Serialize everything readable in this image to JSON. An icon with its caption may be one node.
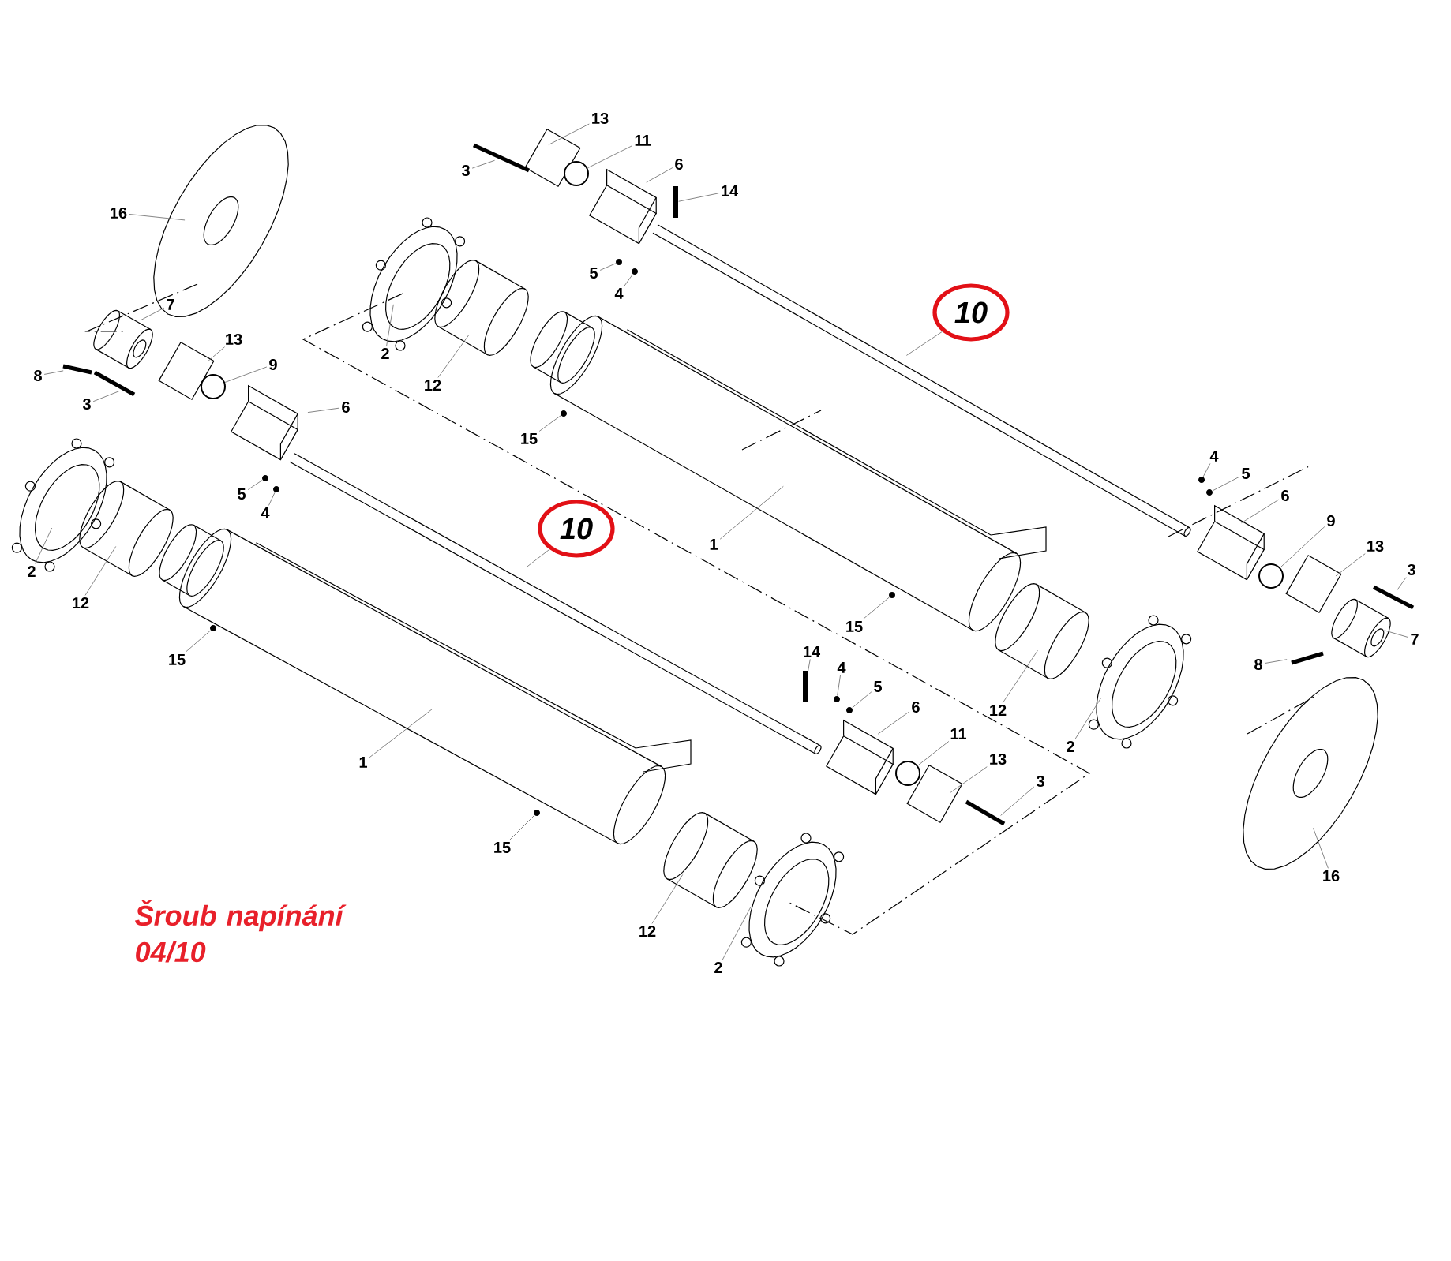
{
  "diagram": {
    "nodes": [
      {
        "text": [
          "13"
        ]
      },
      {
        "text": [
          "3"
        ]
      },
      {
        "text": [
          "11"
        ]
      },
      {
        "text": [
          "6"
        ]
      },
      {
        "text": [
          "14"
        ]
      },
      {
        "text": [
          "16"
        ]
      },
      {
        "text": [
          "5"
        ]
      },
      {
        "text": [
          "4"
        ]
      },
      {
        "text": [
          "7"
        ]
      },
      {
        "text": [
          "10"
        ]
      },
      {
        "text": [
          "13"
        ]
      },
      {
        "text": [
          "2"
        ]
      },
      {
        "text": [
          "8"
        ]
      },
      {
        "text": [
          "9"
        ]
      },
      {
        "text": [
          "12"
        ]
      },
      {
        "text": [
          "3"
        ]
      },
      {
        "text": [
          "6"
        ]
      },
      {
        "text": [
          "15"
        ]
      },
      {
        "text": [
          "4"
        ]
      },
      {
        "text": [
          "5"
        ]
      },
      {
        "text": [
          "5"
        ]
      },
      {
        "text": [
          "6"
        ]
      },
      {
        "text": [
          "4"
        ]
      },
      {
        "text": [
          "9"
        ]
      },
      {
        "text": [
          "10"
        ]
      },
      {
        "text": [
          "1"
        ]
      },
      {
        "text": [
          "13"
        ]
      },
      {
        "text": [
          "2"
        ]
      },
      {
        "text": [
          "3"
        ]
      },
      {
        "text": [
          "12"
        ]
      },
      {
        "text": [
          "15"
        ]
      },
      {
        "text": [
          "7"
        ]
      },
      {
        "text": [
          "14"
        ]
      },
      {
        "text": [
          "15"
        ]
      },
      {
        "text": [
          "8"
        ]
      },
      {
        "text": [
          "4"
        ]
      },
      {
        "text": [
          "5"
        ]
      },
      {
        "text": [
          "6"
        ]
      },
      {
        "text": [
          "12"
        ]
      },
      {
        "text": [
          "11"
        ]
      },
      {
        "text": [
          "2"
        ]
      },
      {
        "text": [
          "1"
        ]
      },
      {
        "text": [
          "13"
        ]
      },
      {
        "text": [
          "3"
        ]
      },
      {
        "text": [
          "15"
        ]
      },
      {
        "text": [
          "16"
        ]
      },
      {
        "text": [
          "12"
        ]
      },
      {
        "text": [
          "2"
        ]
      },
      {
        "text": [],
        "shape": "circle"
      },
      {
        "text": [],
        "shape": "circle"
      },
      {
        "text": [],
        "shape": "circle"
      },
      {
        "text": [],
        "shape": "circle"
      },
      {
        "text": [],
        "shape": "circle"
      },
      {
        "text": [],
        "shape": "circle"
      },
      {
        "text": [],
        "shape": "circle"
      },
      {
        "text": [],
        "shape": "circle"
      },
      {
        "text": [],
        "shape": "circle"
      },
      {
        "text": [],
        "shape": "circle"
      },
      {
        "text": [],
        "shape": "circle"
      },
      {
        "text": [],
        "shape": "circle"
      },
      {
        "text": [],
        "shape": "circle"
      },
      {
        "text": [],
        "shape": "bar"
      },
      {
        "text": [],
        "shape": "circle"
      },
      {
        "text": [],
        "shape": "circle"
      },
      {
        "text": [],
        "shape": "circle"
      },
      {
        "text": [],
        "shape": "bar"
      }
    ],
    "edges": [
      {
        "from": 0,
        "to": null,
        "arrow": "none"
      },
      {
        "from": 1,
        "to": null,
        "arrow": "none"
      },
      {
        "from": 2,
        "to": 60,
        "arrow": "none"
      },
      {
        "from": 3,
        "to": null,
        "arrow": "none"
      },
      {
        "from": 4,
        "to": 61,
        "arrow": "none"
      },
      {
        "from": 5,
        "to": null,
        "arrow": "none"
      },
      {
        "from": 6,
        "to": 48,
        "arrow": "none"
      },
      {
        "from": 7,
        "to": 49,
        "arrow": "none"
      },
      {
        "from": 8,
        "to": null,
        "arrow": "none"
      },
      {
        "from": 9,
        "to": null,
        "arrow": "none"
      },
      {
        "from": 10,
        "to": null,
        "arrow": "none"
      },
      {
        "from": 11,
        "to": null,
        "arrow": "none"
      },
      {
        "from": 12,
        "to": null,
        "arrow": "none"
      },
      {
        "from": 13,
        "to": 62,
        "arrow": "none"
      },
      {
        "from": 14,
        "to": null,
        "arrow": "none"
      },
      {
        "from": 15,
        "to": null,
        "arrow": "none"
      },
      {
        "from": 16,
        "to": null,
        "arrow": "none"
      },
      {
        "from": 17,
        "to": 50,
        "arrow": "none"
      },
      {
        "from": 18,
        "to": 51,
        "arrow": "none"
      },
      {
        "from": 19,
        "to": 52,
        "arrow": "none"
      },
      {
        "from": 20,
        "to": 53,
        "arrow": "none"
      },
      {
        "from": 21,
        "to": null,
        "arrow": "none"
      },
      {
        "from": 22,
        "to": 54,
        "arrow": "none"
      },
      {
        "from": 23,
        "to": 63,
        "arrow": "none"
      },
      {
        "from": 24,
        "to": null,
        "arrow": "none"
      },
      {
        "from": 25,
        "to": null,
        "arrow": "none"
      },
      {
        "from": 26,
        "to": null,
        "arrow": "none"
      },
      {
        "from": 27,
        "to": null,
        "arrow": "none"
      },
      {
        "from": 28,
        "to": null,
        "arrow": "none"
      },
      {
        "from": 29,
        "to": null,
        "arrow": "none"
      },
      {
        "from": 30,
        "to": 55,
        "arrow": "none"
      },
      {
        "from": 31,
        "to": null,
        "arrow": "none"
      },
      {
        "from": 32,
        "to": 65,
        "arrow": "none"
      },
      {
        "from": 33,
        "to": 56,
        "arrow": "none"
      },
      {
        "from": 34,
        "to": null,
        "arrow": "none"
      },
      {
        "from": 35,
        "to": 57,
        "arrow": "none"
      },
      {
        "from": 36,
        "to": 58,
        "arrow": "none"
      },
      {
        "from": 37,
        "to": null,
        "arrow": "none"
      },
      {
        "from": 38,
        "to": null,
        "arrow": "none"
      },
      {
        "from": 39,
        "to": 64,
        "arrow": "none"
      },
      {
        "from": 40,
        "to": null,
        "arrow": "none"
      },
      {
        "from": 41,
        "to": null,
        "arrow": "none"
      },
      {
        "from": 42,
        "to": null,
        "arrow": "none"
      },
      {
        "from": 43,
        "to": null,
        "arrow": "none"
      },
      {
        "from": 44,
        "to": 59,
        "arrow": "none"
      },
      {
        "from": 45,
        "to": null,
        "arrow": "none"
      },
      {
        "from": 46,
        "to": null,
        "arrow": "none"
      },
      {
        "from": 47,
        "to": null,
        "arrow": "none"
      }
    ],
    "labels": [
      "Šroub napínání 04/10"
    ]
  }
}
